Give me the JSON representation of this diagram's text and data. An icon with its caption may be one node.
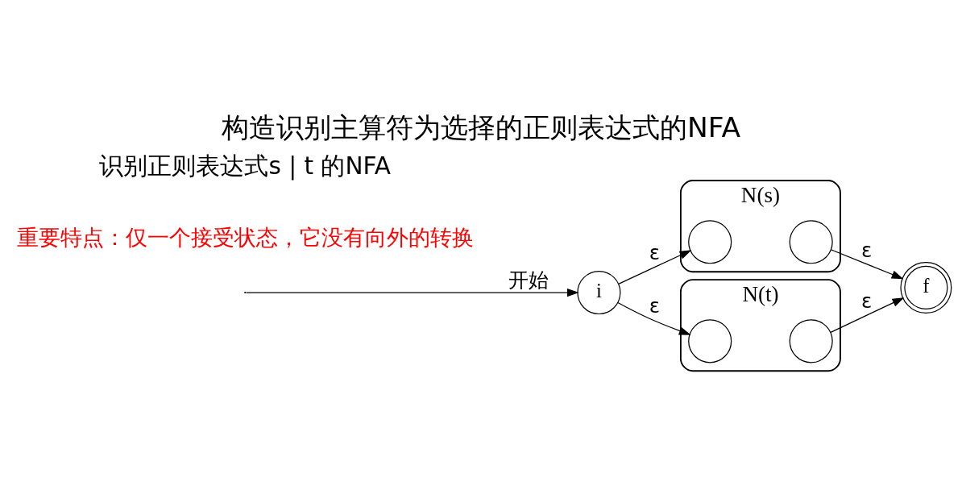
{
  "diagram": {
    "title": "构造识别主算符为选择的正则表达式的NFA",
    "caption": "识别正则表达式s | t 的NFA",
    "nodes": [
      {
        "text": [
          "i"
        ]
      },
      {
        "text": [
          "N(s)"
        ]
      },
      {
        "text": [],
        "shape": "circle",
        "in": 1
      },
      {
        "text": [],
        "shape": "circle",
        "in": 1
      },
      {
        "text": [
          "N(t)"
        ]
      },
      {
        "text": [],
        "shape": "circle",
        "in": 4
      },
      {
        "text": [],
        "shape": "circle",
        "in": 4
      },
      {
        "text": [
          "f"
        ]
      }
    ],
    "edges": [
      {
        "from": null,
        "to": 0,
        "arrow": "to",
        "label": "开始"
      },
      {
        "from": 0,
        "to": 2,
        "arrow": "to",
        "label": "ε"
      },
      {
        "from": 3,
        "to": 7,
        "arrow": "to",
        "label": "ε"
      },
      {
        "from": 0,
        "to": 5,
        "arrow": "to",
        "label": "ε"
      },
      {
        "from": 6,
        "to": 7,
        "arrow": "to",
        "label": "ε"
      }
    ],
    "labels": [
      "重要特点：仅一个接受状态，它没有向外的转换"
    ]
  }
}
